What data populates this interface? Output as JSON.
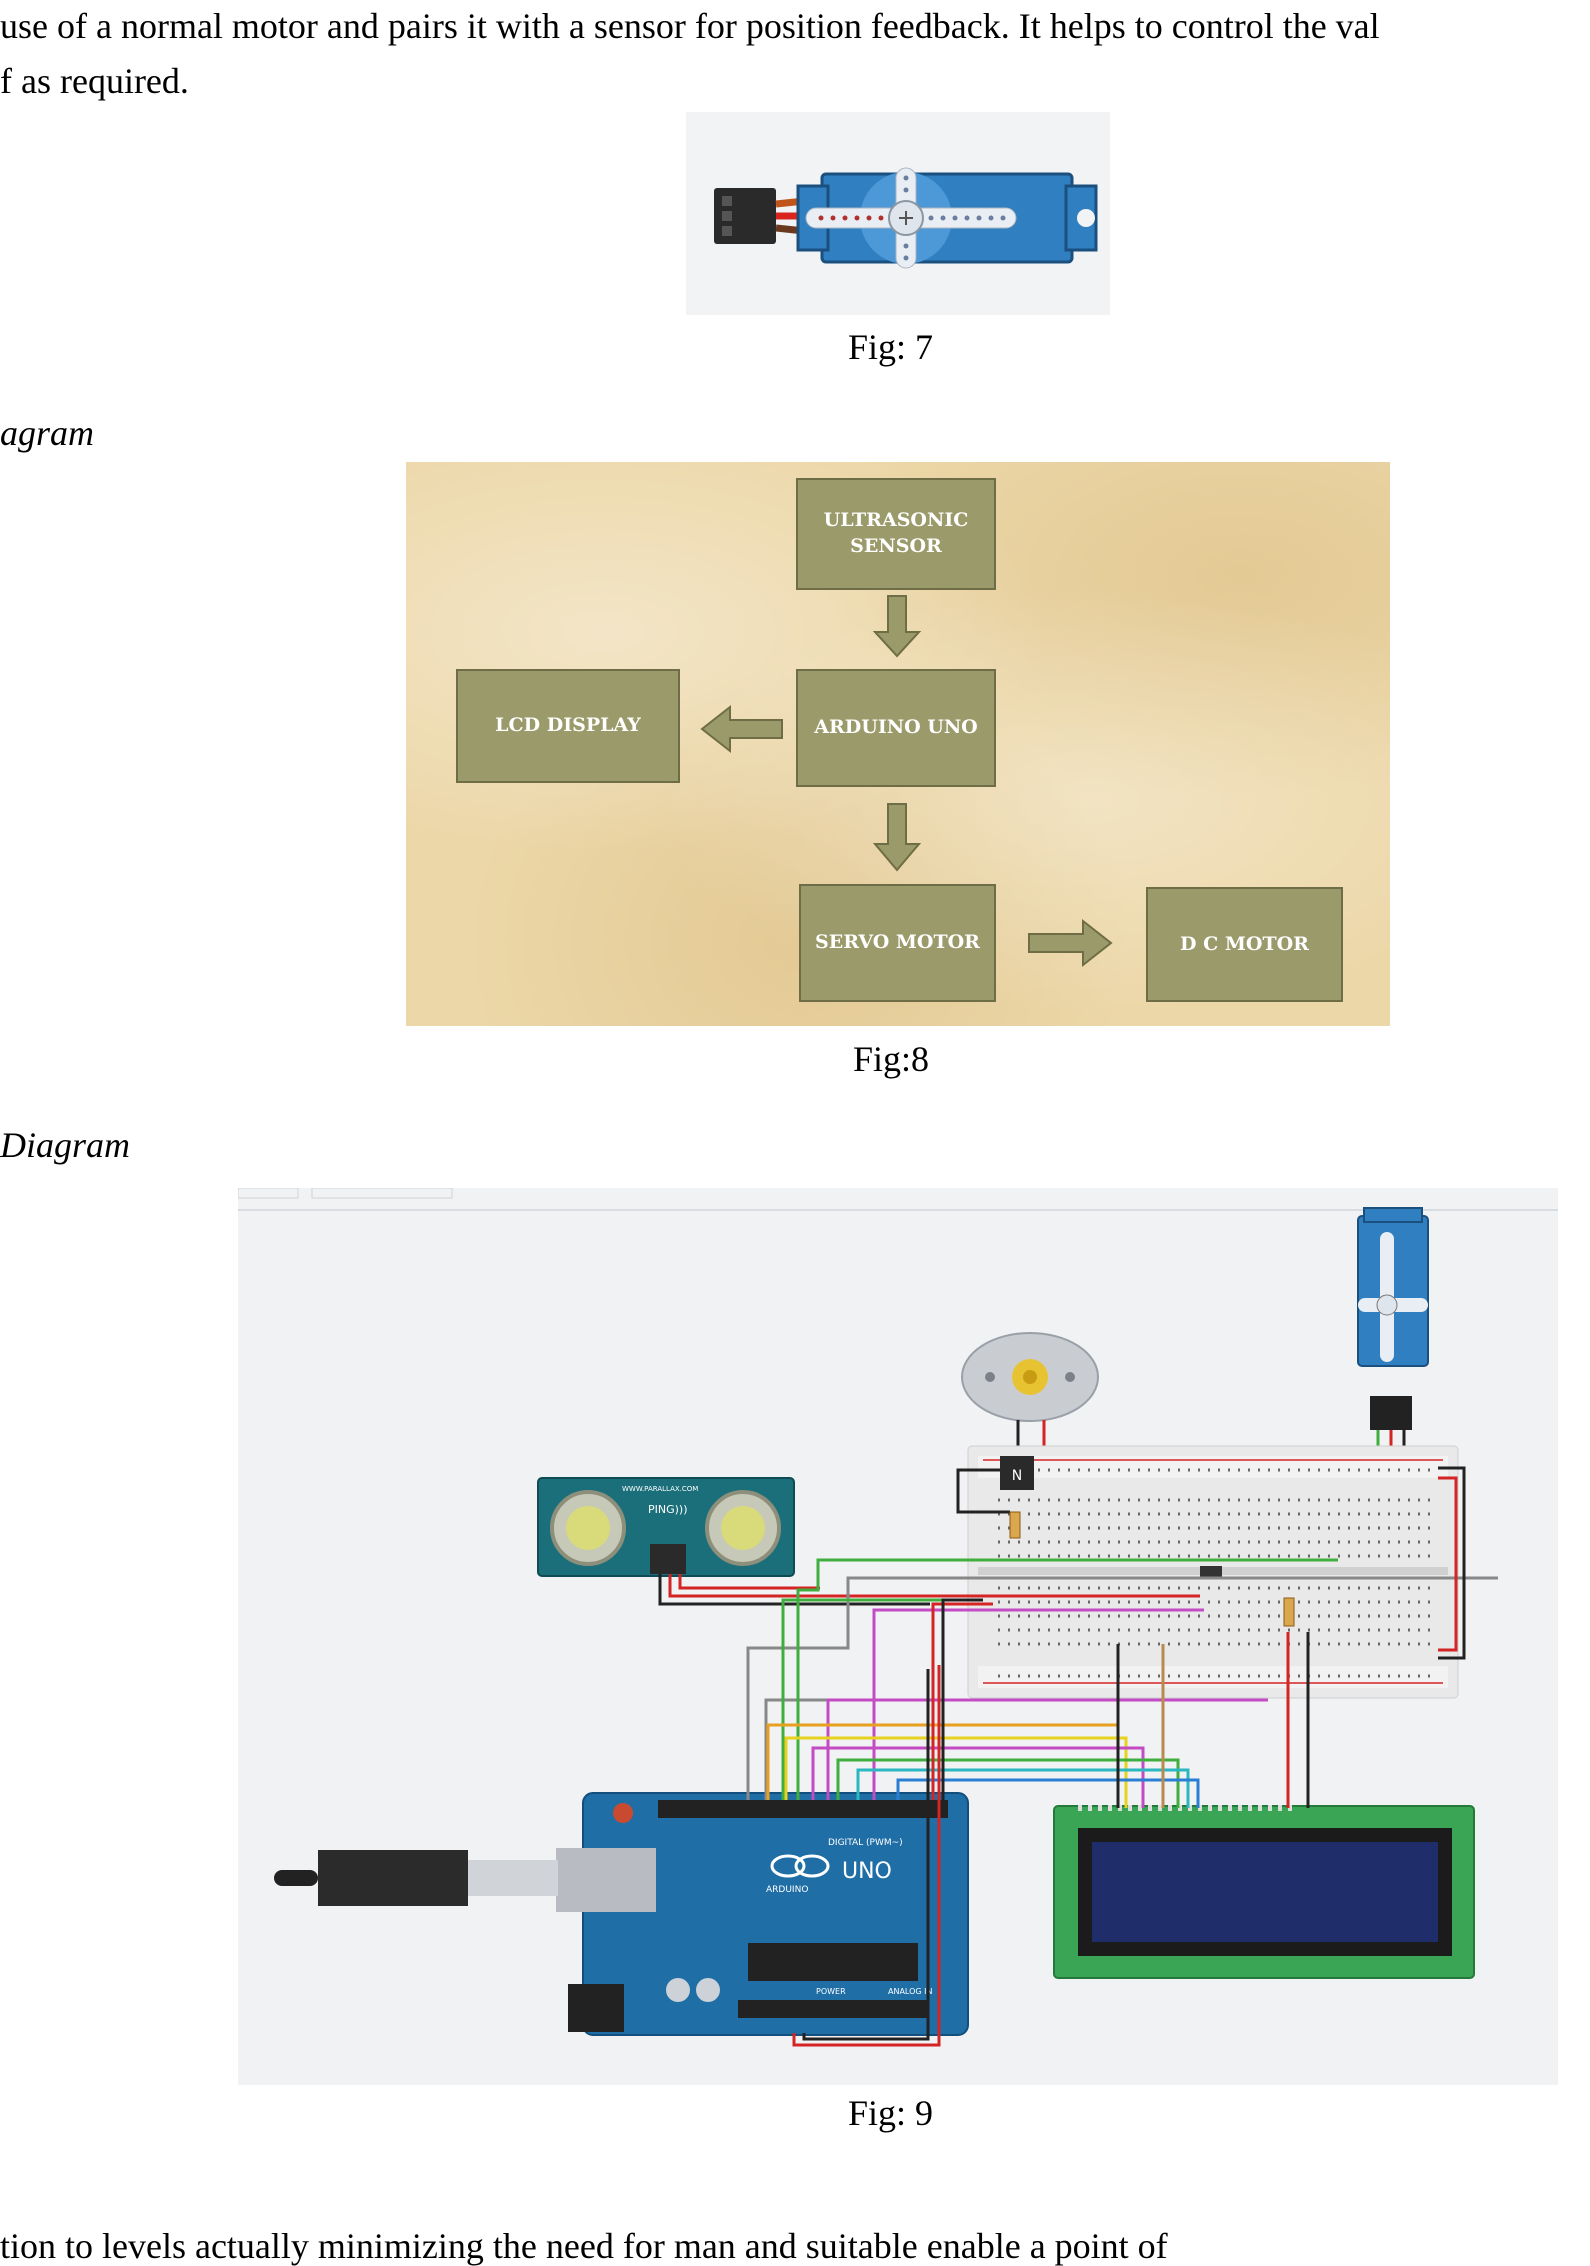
{
  "body": {
    "line1": "use of a normal motor and pairs it with a sensor for position feedback. It helps to control the val",
    "line2": "f as required.",
    "heading_block": "agram",
    "heading_circuit": "Diagram",
    "last_line": "tion to levels actually minimizing the need for man and suitable enable a point of"
  },
  "figures": {
    "fig7_caption": "Fig: 7",
    "fig8_caption": "Fig:8",
    "fig9_caption": "Fig: 9"
  },
  "block_diagram": {
    "sensor": "ULTRASONIC SENSOR",
    "arduino": "ARDUINO UNO",
    "lcd": "LCD DISPLAY",
    "servo": "SERVO MOTOR",
    "dc": "D C  MOTOR"
  },
  "circuit": {
    "board_name": "UNO",
    "board_brand": "ARDUINO",
    "digital_label": "DIGITAL (PWM~)",
    "power_label": "POWER",
    "analog_label": "ANALOG IN",
    "sensor_label": "PING)))",
    "sensor_url": "WWW.PARALLAX.COM",
    "transistor_label": "N"
  },
  "colors": {
    "block_fill": "#9b9a6a",
    "block_bg": "#ecd7a8",
    "arduino_blue": "#1f6ea6",
    "lcd_green": "#3aa655",
    "lcd_screen": "#1f2d6b",
    "sensor_teal": "#1b6f7a",
    "servo_blue": "#2f7fc1"
  }
}
